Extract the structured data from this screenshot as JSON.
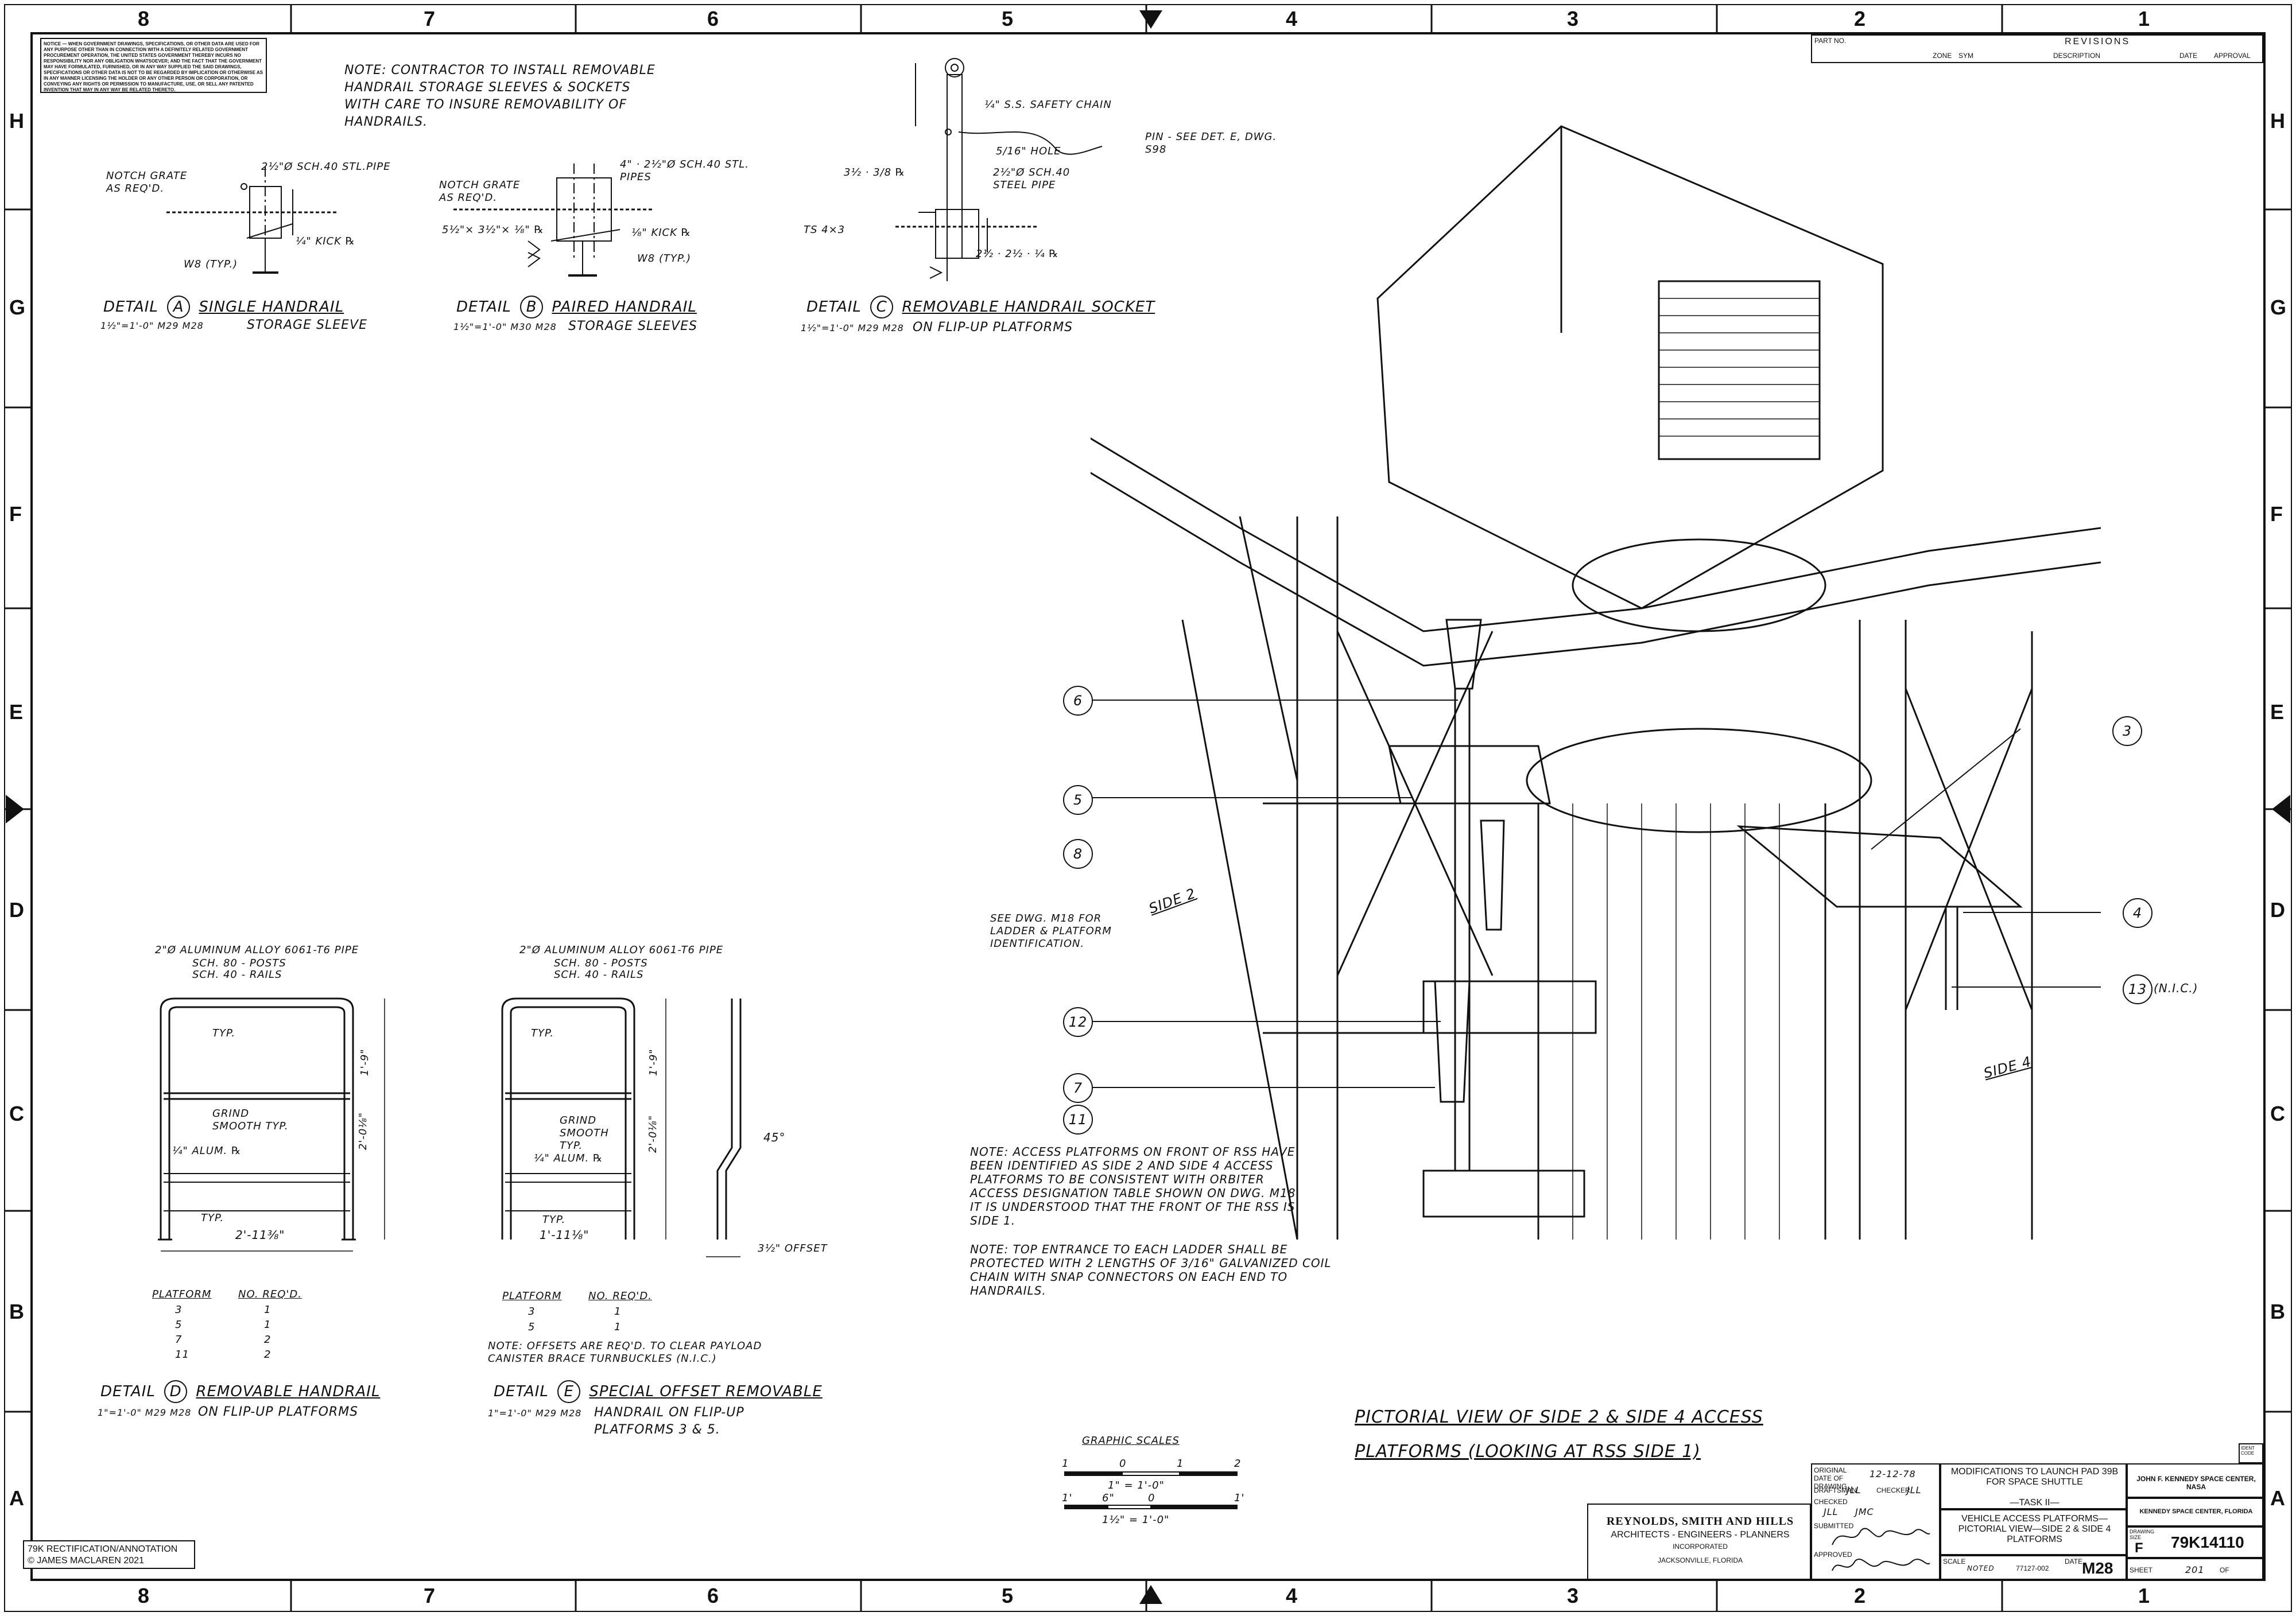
{
  "zones": {
    "columns": [
      "8",
      "7",
      "6",
      "5",
      "4",
      "3",
      "2",
      "1"
    ],
    "rows": [
      "H",
      "G",
      "F",
      "E",
      "D",
      "C",
      "B",
      "A"
    ]
  },
  "notice": {
    "text": "NOTICE — WHEN GOVERNMENT DRAWINGS, SPECIFICATIONS, OR OTHER DATA ARE USED FOR ANY PURPOSE OTHER THAN IN CONNECTION WITH A DEFINITELY RELATED GOVERNMENT PROCUREMENT OPERATION, THE UNITED STATES GOVERNMENT THEREBY INCURS NO RESPONSIBILITY NOR ANY OBLIGATION WHATSOEVER; AND THE FACT THAT THE GOVERNMENT MAY HAVE FORMULATED, FURNISHED, OR IN ANY WAY SUPPLIED THE SAID DRAWINGS, SPECIFICATIONS OR OTHER DATA IS NOT TO BE REGARDED BY IMPLICATION OR OTHERWISE AS IN ANY MANNER LICENSING THE HOLDER OR ANY OTHER PERSON OR CORPORATION, OR CONVEYING ANY RIGHTS OR PERMISSION TO MANUFACTURE, USE, OR SELL ANY PATENTED INVENTION THAT MAY IN ANY WAY BE RELATED THERETO."
  },
  "top_note": "NOTE: CONTRACTOR TO INSTALL REMOVABLE HANDRAIL STORAGE SLEEVES & SOCKETS WITH CARE TO INSURE REMOVABILITY OF HANDRAILS.",
  "detailA": {
    "labels": [
      "NOTCH GRATE AS REQ'D.",
      "2½\"Ø SCH.40 STL.PIPE",
      "¼\" KICK ℞",
      "W8 (TYP.)"
    ],
    "title_prefix": "DETAIL",
    "letter": "A",
    "title": "SINGLE HANDRAIL",
    "scale": "1½\"=1'-0\" M29 M28",
    "subtitle": "STORAGE SLEEVE"
  },
  "detailB": {
    "labels": [
      "NOTCH GRATE AS REQ'D.",
      "4\" · 2½\"Ø SCH.40 STL. PIPES",
      "5½\"× 3½\"× ⅛\" ℞",
      "⅛\" KICK ℞",
      "W8 (TYP.)"
    ],
    "title_prefix": "DETAIL",
    "letter": "B",
    "title": "PAIRED HANDRAIL",
    "scale": "1½\"=1'-0\" M30 M28",
    "subtitle": "STORAGE SLEEVES"
  },
  "detailC": {
    "labels": [
      "¼\" S.S. SAFETY CHAIN",
      "PIN - SEE DET. E, DWG. S98",
      "5/16\" HOLE",
      "2½\"Ø SCH.40 STEEL PIPE",
      "3½ · 3/8 ℞",
      "TS 4×3",
      "2½ · 2½ · ¼ ℞"
    ],
    "title_prefix": "DETAIL",
    "letter": "C",
    "title": "REMOVABLE HANDRAIL SOCKET",
    "scale": "1½\"=1'-0\" M29 M28",
    "subtitle": "ON FLIP-UP PLATFORMS"
  },
  "detailD": {
    "pipe_note": "2\"Ø ALUMINUM ALLOY 6061-T6 PIPE",
    "sch": [
      "SCH. 80 - POSTS",
      "SCH. 40 - RAILS"
    ],
    "labels": [
      "TYP.",
      "GRIND SMOOTH TYP.",
      "¼\" ALUM. ℞",
      "TYP."
    ],
    "dims": [
      "1'-9\"",
      "2'-0⅛\"",
      "2'-11⅜\""
    ],
    "table_headers": [
      "PLATFORM",
      "NO. REQ'D."
    ],
    "table_rows": [
      [
        "3",
        "1"
      ],
      [
        "5",
        "1"
      ],
      [
        "7",
        "2"
      ],
      [
        "11",
        "2"
      ]
    ],
    "title_prefix": "DETAIL",
    "letter": "D",
    "title": "REMOVABLE HANDRAIL",
    "scale": "1\"=1'-0\" M29 M28",
    "subtitle": "ON FLIP-UP PLATFORMS"
  },
  "detailE": {
    "pipe_note": "2\"Ø ALUMINUM ALLOY 6061-T6 PIPE",
    "sch": [
      "SCH. 80 - POSTS",
      "SCH. 40 - RAILS"
    ],
    "labels": [
      "TYP.",
      "GRIND SMOOTH TYP.",
      "¼\" ALUM. ℞",
      "TYP."
    ],
    "dims": [
      "1'-9\"",
      "2'-0⅛\"",
      "1'-11⅛\"",
      "45°",
      "3½\" OFFSET"
    ],
    "table_headers": [
      "PLATFORM",
      "NO. REQ'D."
    ],
    "table_rows": [
      [
        "3",
        "1"
      ],
      [
        "5",
        "1"
      ]
    ],
    "note": "NOTE: OFFSETS ARE REQ'D. TO CLEAR PAYLOAD CANISTER BRACE TURNBUCKLES (N.I.C.)",
    "title_prefix": "DETAIL",
    "letter": "E",
    "title": "SPECIAL OFFSET REMOVABLE",
    "scale": "1\"=1'-0\" M29 M28",
    "subtitle": "HANDRAIL ON FLIP-UP PLATFORMS 3 & 5."
  },
  "callouts": [
    {
      "n": "6"
    },
    {
      "n": "5"
    },
    {
      "n": "8"
    },
    {
      "n": "12"
    },
    {
      "n": "7"
    },
    {
      "n": "11"
    },
    {
      "n": "3"
    },
    {
      "n": "4"
    },
    {
      "n": "13",
      "suffix": "(N.I.C.)"
    }
  ],
  "side_labels": [
    "SIDE 2",
    "SIDE 4"
  ],
  "see_dwg_note": "SEE DWG. M18 FOR LADDER & PLATFORM IDENTIFICATION.",
  "main_notes": [
    "NOTE: ACCESS PLATFORMS ON FRONT OF RSS HAVE BEEN IDENTIFIED AS SIDE 2 AND SIDE 4 ACCESS PLATFORMS TO BE CONSISTENT WITH ORBITER ACCESS DESIGNATION TABLE SHOWN ON DWG. M18. IT IS UNDERSTOOD THAT THE FRONT OF THE RSS IS SIDE 1.",
    "NOTE: TOP ENTRANCE TO EACH LADDER SHALL BE PROTECTED WITH 2 LENGTHS OF 3/16\" GALVANIZED COIL CHAIN WITH SNAP CONNECTORS ON EACH END TO HANDRAILS."
  ],
  "pictorial_title": [
    "PICTORIAL VIEW OF SIDE 2 & SIDE 4 ACCESS",
    "PLATFORMS (LOOKING AT RSS SIDE 1)"
  ],
  "graphic_scales": {
    "title": "GRAPHIC SCALES",
    "scale1_ticks": [
      "1",
      "0",
      "1",
      "2"
    ],
    "scale1_label": "1\" = 1'-0\"",
    "scale2_ticks": [
      "1'",
      "6\"",
      "0",
      "1'"
    ],
    "scale2_label": "1½\" = 1'-0\""
  },
  "revisions": {
    "title": "REVISIONS",
    "part_no": "PART NO.",
    "cols": [
      "ZONE",
      "SYM",
      "DESCRIPTION",
      "DATE",
      "APPROVAL"
    ]
  },
  "title_block": {
    "firm": "REYNOLDS, SMITH AND HILLS",
    "firm_sub": "ARCHITECTS - ENGINEERS - PLANNERS",
    "firm_inc": "INCORPORATED",
    "firm_city": "JACKSONVILLE, FLORIDA",
    "original_date_label": "ORIGINAL DATE OF DRAWING",
    "original_date": "12-12-78",
    "draftsman_label": "DRAFTSMAN",
    "draftsman": "JLL",
    "checker_label": "CHECKER",
    "checker": "JLL",
    "checked_label": "CHECKED",
    "checked": "JLL",
    "checked2": "JMC",
    "submitted_label": "SUBMITTED",
    "approved_label": "APPROVED",
    "project": "MODIFICATIONS TO LAUNCH PAD 39B FOR SPACE SHUTTLE",
    "task": "—TASK II—",
    "drawing_title": "VEHICLE ACCESS PLATFORMS— PICTORIAL VIEW—SIDE 2 & SIDE 4 PLATFORMS",
    "scale_label": "SCALE",
    "scale": "NOTED",
    "job_no": "77127-002",
    "date_label": "DATE",
    "sheet_code": "M28",
    "agency": "JOHN F. KENNEDY SPACE CENTER, NASA",
    "agency_sub": "KENNEDY SPACE CENTER, FLORIDA",
    "drawing_size_label": "DRAWING SIZE",
    "drawing_size": "F",
    "drawing_no": "79K14110",
    "sheet_label": "SHEET",
    "sheet_no": "201",
    "sheet_of": "OF",
    "ident_code_label": "IDENT CODE"
  },
  "credit": [
    "79K RECTIFICATION/ANNOTATION",
    "© JAMES MACLAREN 2021"
  ]
}
